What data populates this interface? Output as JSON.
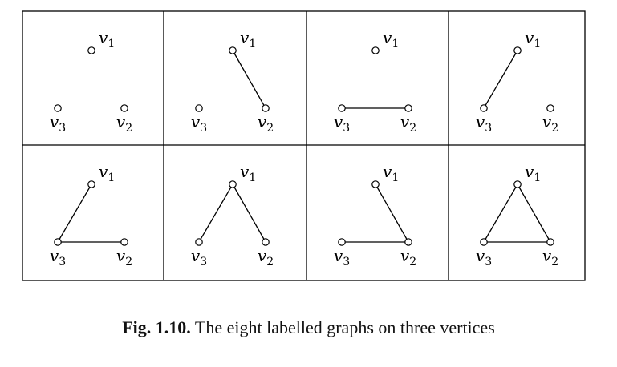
{
  "vertices": [
    {
      "name": "v",
      "sub": "1"
    },
    {
      "name": "v",
      "sub": "2"
    },
    {
      "name": "v",
      "sub": "3"
    }
  ],
  "panels": [
    {
      "edges": []
    },
    {
      "edges": [
        [
          "v1",
          "v2"
        ]
      ]
    },
    {
      "edges": [
        [
          "v3",
          "v2"
        ]
      ]
    },
    {
      "edges": [
        [
          "v1",
          "v3"
        ]
      ]
    },
    {
      "edges": [
        [
          "v1",
          "v3"
        ],
        [
          "v3",
          "v2"
        ]
      ]
    },
    {
      "edges": [
        [
          "v1",
          "v3"
        ],
        [
          "v1",
          "v2"
        ]
      ]
    },
    {
      "edges": [
        [
          "v1",
          "v2"
        ],
        [
          "v3",
          "v2"
        ]
      ]
    },
    {
      "edges": [
        [
          "v1",
          "v3"
        ],
        [
          "v1",
          "v2"
        ],
        [
          "v3",
          "v2"
        ]
      ]
    }
  ],
  "caption": {
    "label": "Fig. 1.10.",
    "text": "The eight labelled graphs on three vertices"
  }
}
